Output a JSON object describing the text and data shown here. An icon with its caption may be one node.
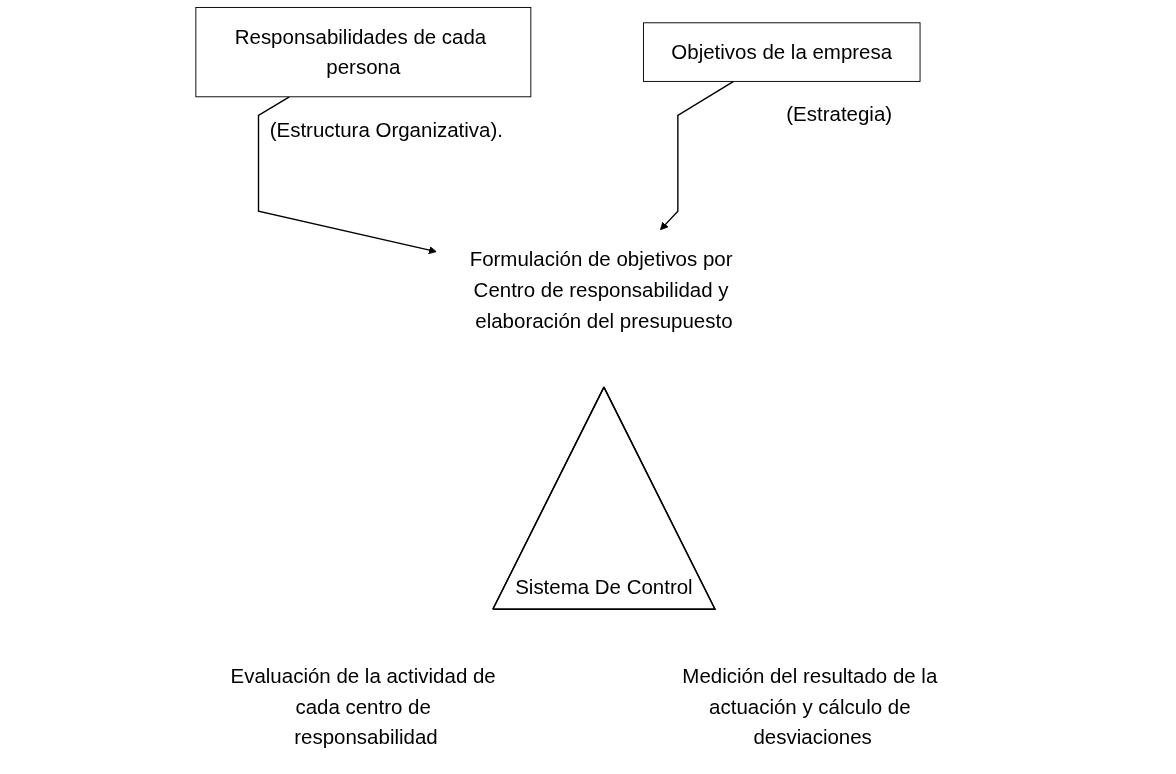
{
  "diagram": {
    "nodes": [
      {
        "text": [
          "Responsabilidades de cada persona"
        ],
        "beside": [
          "(Estructura Organizativa)."
        ]
      },
      {
        "text": [
          "Objetivos de la empresa"
        ],
        "beside": [
          "(Estrategia)"
        ]
      },
      {
        "text": [
          "Formulación de objetivos por Centro de responsabilidad y elaboración del presupuesto"
        ]
      },
      {
        "text": [
          "Sistema De Control"
        ]
      },
      {
        "text": [
          "Evaluación de la actividad de cada centro de responsabilidad"
        ]
      },
      {
        "text": [
          "Medición del resultado de la actuación y cálculo de desviaciones"
        ]
      }
    ],
    "edges": [
      {
        "from": 0,
        "to": 2,
        "arrow": "to"
      },
      {
        "from": 1,
        "to": 2,
        "arrow": "to"
      }
    ]
  }
}
